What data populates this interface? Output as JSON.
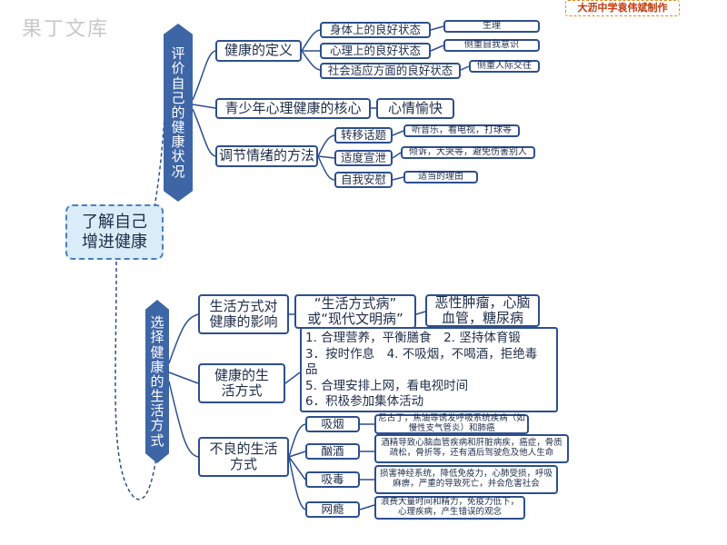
{
  "watermark": "果丁文库",
  "maker_label": "大沥中学袁伟斌制作",
  "root": {
    "line1": "了解自己",
    "line2": "增进健康"
  },
  "branch1": {
    "title_chars": [
      "评",
      "价",
      "自",
      "己",
      "的",
      "健",
      "康",
      "状",
      "况"
    ],
    "definition": {
      "label": "健康的定义",
      "items": [
        {
          "label": "身体上的良好状态",
          "note": "生理"
        },
        {
          "label": "心理上的良好状态",
          "note": "侧重自我意识"
        },
        {
          "label": "社会适应方面的良好状态",
          "note": "侧重人际交往"
        }
      ]
    },
    "core": {
      "label": "青少年心理健康的核心",
      "answer": "心情愉快"
    },
    "methods": {
      "label": "调节情绪的方法",
      "items": [
        {
          "label": "转移话题",
          "note": "听音乐，看电视，打球等"
        },
        {
          "label": "适度宣泄",
          "note": "倾诉，大哭等，避免伤害别人"
        },
        {
          "label": "自我安慰",
          "note": "适当的理由"
        }
      ]
    }
  },
  "branch2": {
    "title_chars": [
      "选",
      "择",
      "健",
      "康",
      "的",
      "生",
      "活",
      "方",
      "式"
    ],
    "influence": {
      "label": "生活方式对健康的影响",
      "disease_line1": "“生活方式病”",
      "disease_line2": "或“现代文明病”",
      "examples": "恶性肿瘤，心脑血管，糖尿病"
    },
    "healthy": {
      "label": "健康的生活方式",
      "lines": [
        "1. 合理营养，平衡膳食　2. 坚持体育锻",
        "3．按时作息　4. 不吸烟，不喝酒，拒绝毒",
        "品",
        "5. 合理安排上网，看电视时间",
        "6．积极参加集体活动"
      ]
    },
    "unhealthy": {
      "label": "不良的生活方式",
      "items": [
        {
          "label": "吸烟",
          "note": "尼古丁，焦油等诱发呼吸系统疾病（如慢性支气管炎）和肺癌"
        },
        {
          "label": "酗酒",
          "note": "酒精导致心脑血管疾病和肝脏病疾，癌症，骨质疏松，骨折等，还有酒后驾驶危及他人生命"
        },
        {
          "label": "吸毒",
          "note": "损害神经系统，降低免疫力，心肺受损，呼吸麻痹，严重的导致死亡，并会危害社会"
        },
        {
          "label": "网瘾",
          "note": "浪费大量时间和精力，免疫力低下，心理疾病，产生错误的观念"
        }
      ]
    }
  }
}
